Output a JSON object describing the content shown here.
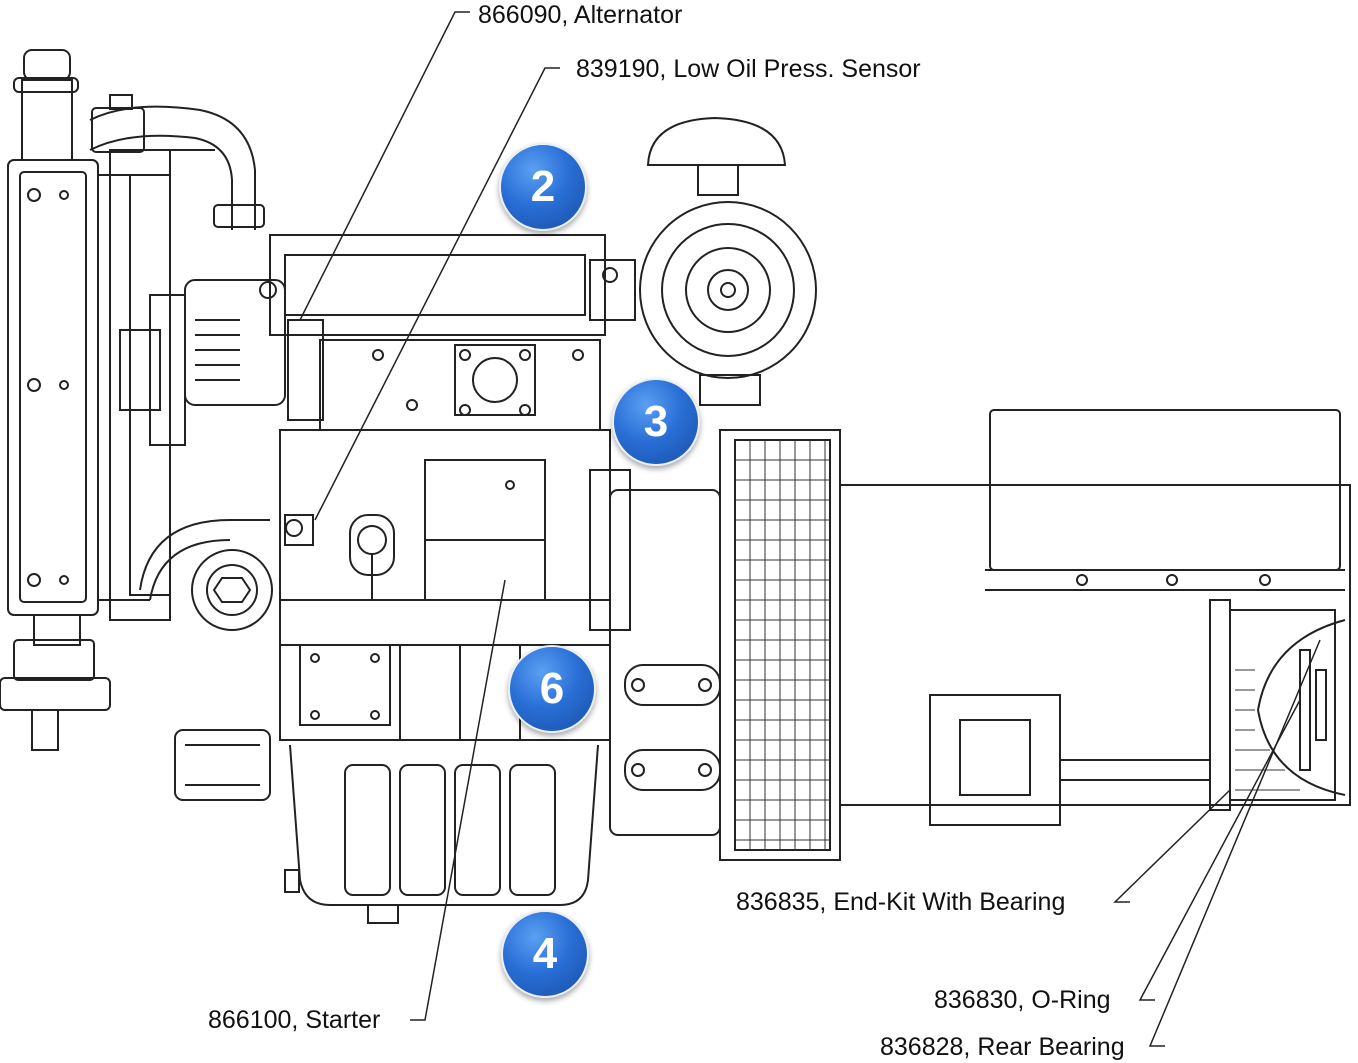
{
  "callouts": [
    {
      "id": "alternator",
      "text": "866090, Alternator"
    },
    {
      "id": "low-oil",
      "text": "839190, Low Oil Press. Sensor"
    },
    {
      "id": "end-kit",
      "text": "836835, End-Kit With Bearing"
    },
    {
      "id": "o-ring",
      "text": "836830, O-Ring"
    },
    {
      "id": "rear-bearing",
      "text": "836828, Rear Bearing"
    },
    {
      "id": "starter",
      "text": "866100, Starter"
    }
  ],
  "badges": [
    {
      "id": "b2",
      "number": "2"
    },
    {
      "id": "b3",
      "number": "3"
    },
    {
      "id": "b6",
      "number": "6"
    },
    {
      "id": "b4",
      "number": "4"
    }
  ],
  "colors": {
    "badge": "#2a6fd6",
    "line": "#222222"
  }
}
